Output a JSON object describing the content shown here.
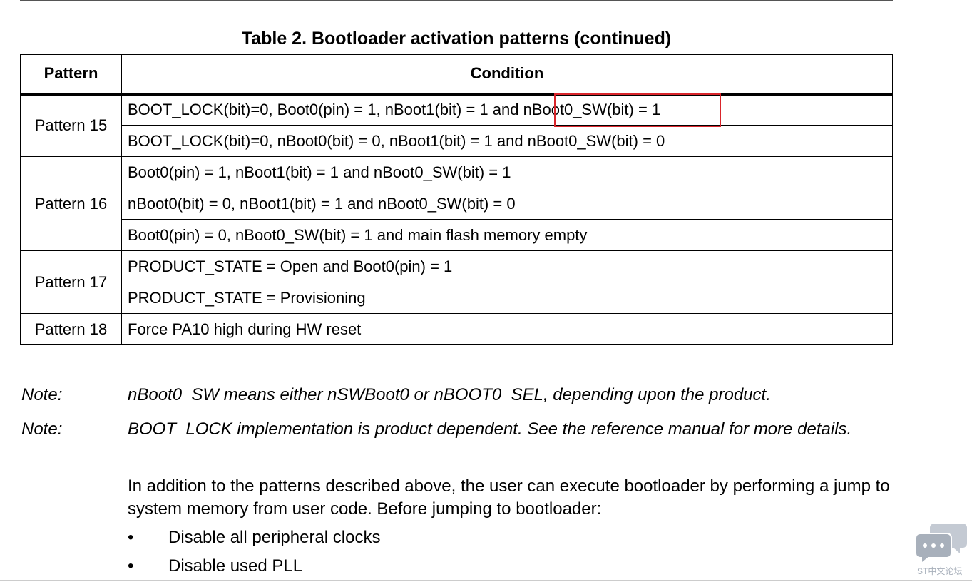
{
  "caption": "Table 2. Bootloader activation patterns (continued)",
  "table": {
    "headers": [
      "Pattern",
      "Condition"
    ],
    "groups": [
      {
        "pattern": "Pattern 15",
        "conditions": [
          "BOOT_LOCK(bit)=0, Boot0(pin) = 1, nBoot1(bit) = 1 and nBoot0_SW(bit) = 1",
          "BOOT_LOCK(bit)=0, nBoot0(bit) = 0, nBoot1(bit) = 1 and nBoot0_SW(bit) = 0"
        ]
      },
      {
        "pattern": "Pattern 16",
        "conditions": [
          "Boot0(pin) = 1, nBoot1(bit) = 1 and nBoot0_SW(bit) = 1",
          "nBoot0(bit) = 0, nBoot1(bit) = 1 and nBoot0_SW(bit) = 0",
          "Boot0(pin) = 0, nBoot0_SW(bit) = 1 and main flash memory empty"
        ]
      },
      {
        "pattern": "Pattern 17",
        "conditions": [
          "PRODUCT_STATE = Open and Boot0(pin) = 1",
          "PRODUCT_STATE = Provisioning"
        ]
      },
      {
        "pattern": "Pattern 18",
        "conditions": [
          "Force PA10 high during HW reset"
        ]
      }
    ]
  },
  "notes": [
    {
      "label": "Note:",
      "text": "nBoot0_SW means either nSWBoot0 or nBOOT0_SEL, depending upon the product."
    },
    {
      "label": "Note:",
      "text": "BOOT_LOCK implementation is product dependent. See the reference manual for more details."
    }
  ],
  "paragraph": "In addition to the patterns described above, the user can execute bootloader by performing a jump to system memory from user code. Before jumping to bootloader:",
  "bullets": [
    {
      "symbol": "•",
      "text": "Disable all peripheral clocks"
    },
    {
      "symbol": "•",
      "text": "Disable used PLL"
    }
  ],
  "watermark": {
    "label": "ST中文论坛",
    "icon": "chat-bubbles-icon",
    "color": "#a8b0bb"
  },
  "colors": {
    "highlight": "#d9252b"
  }
}
